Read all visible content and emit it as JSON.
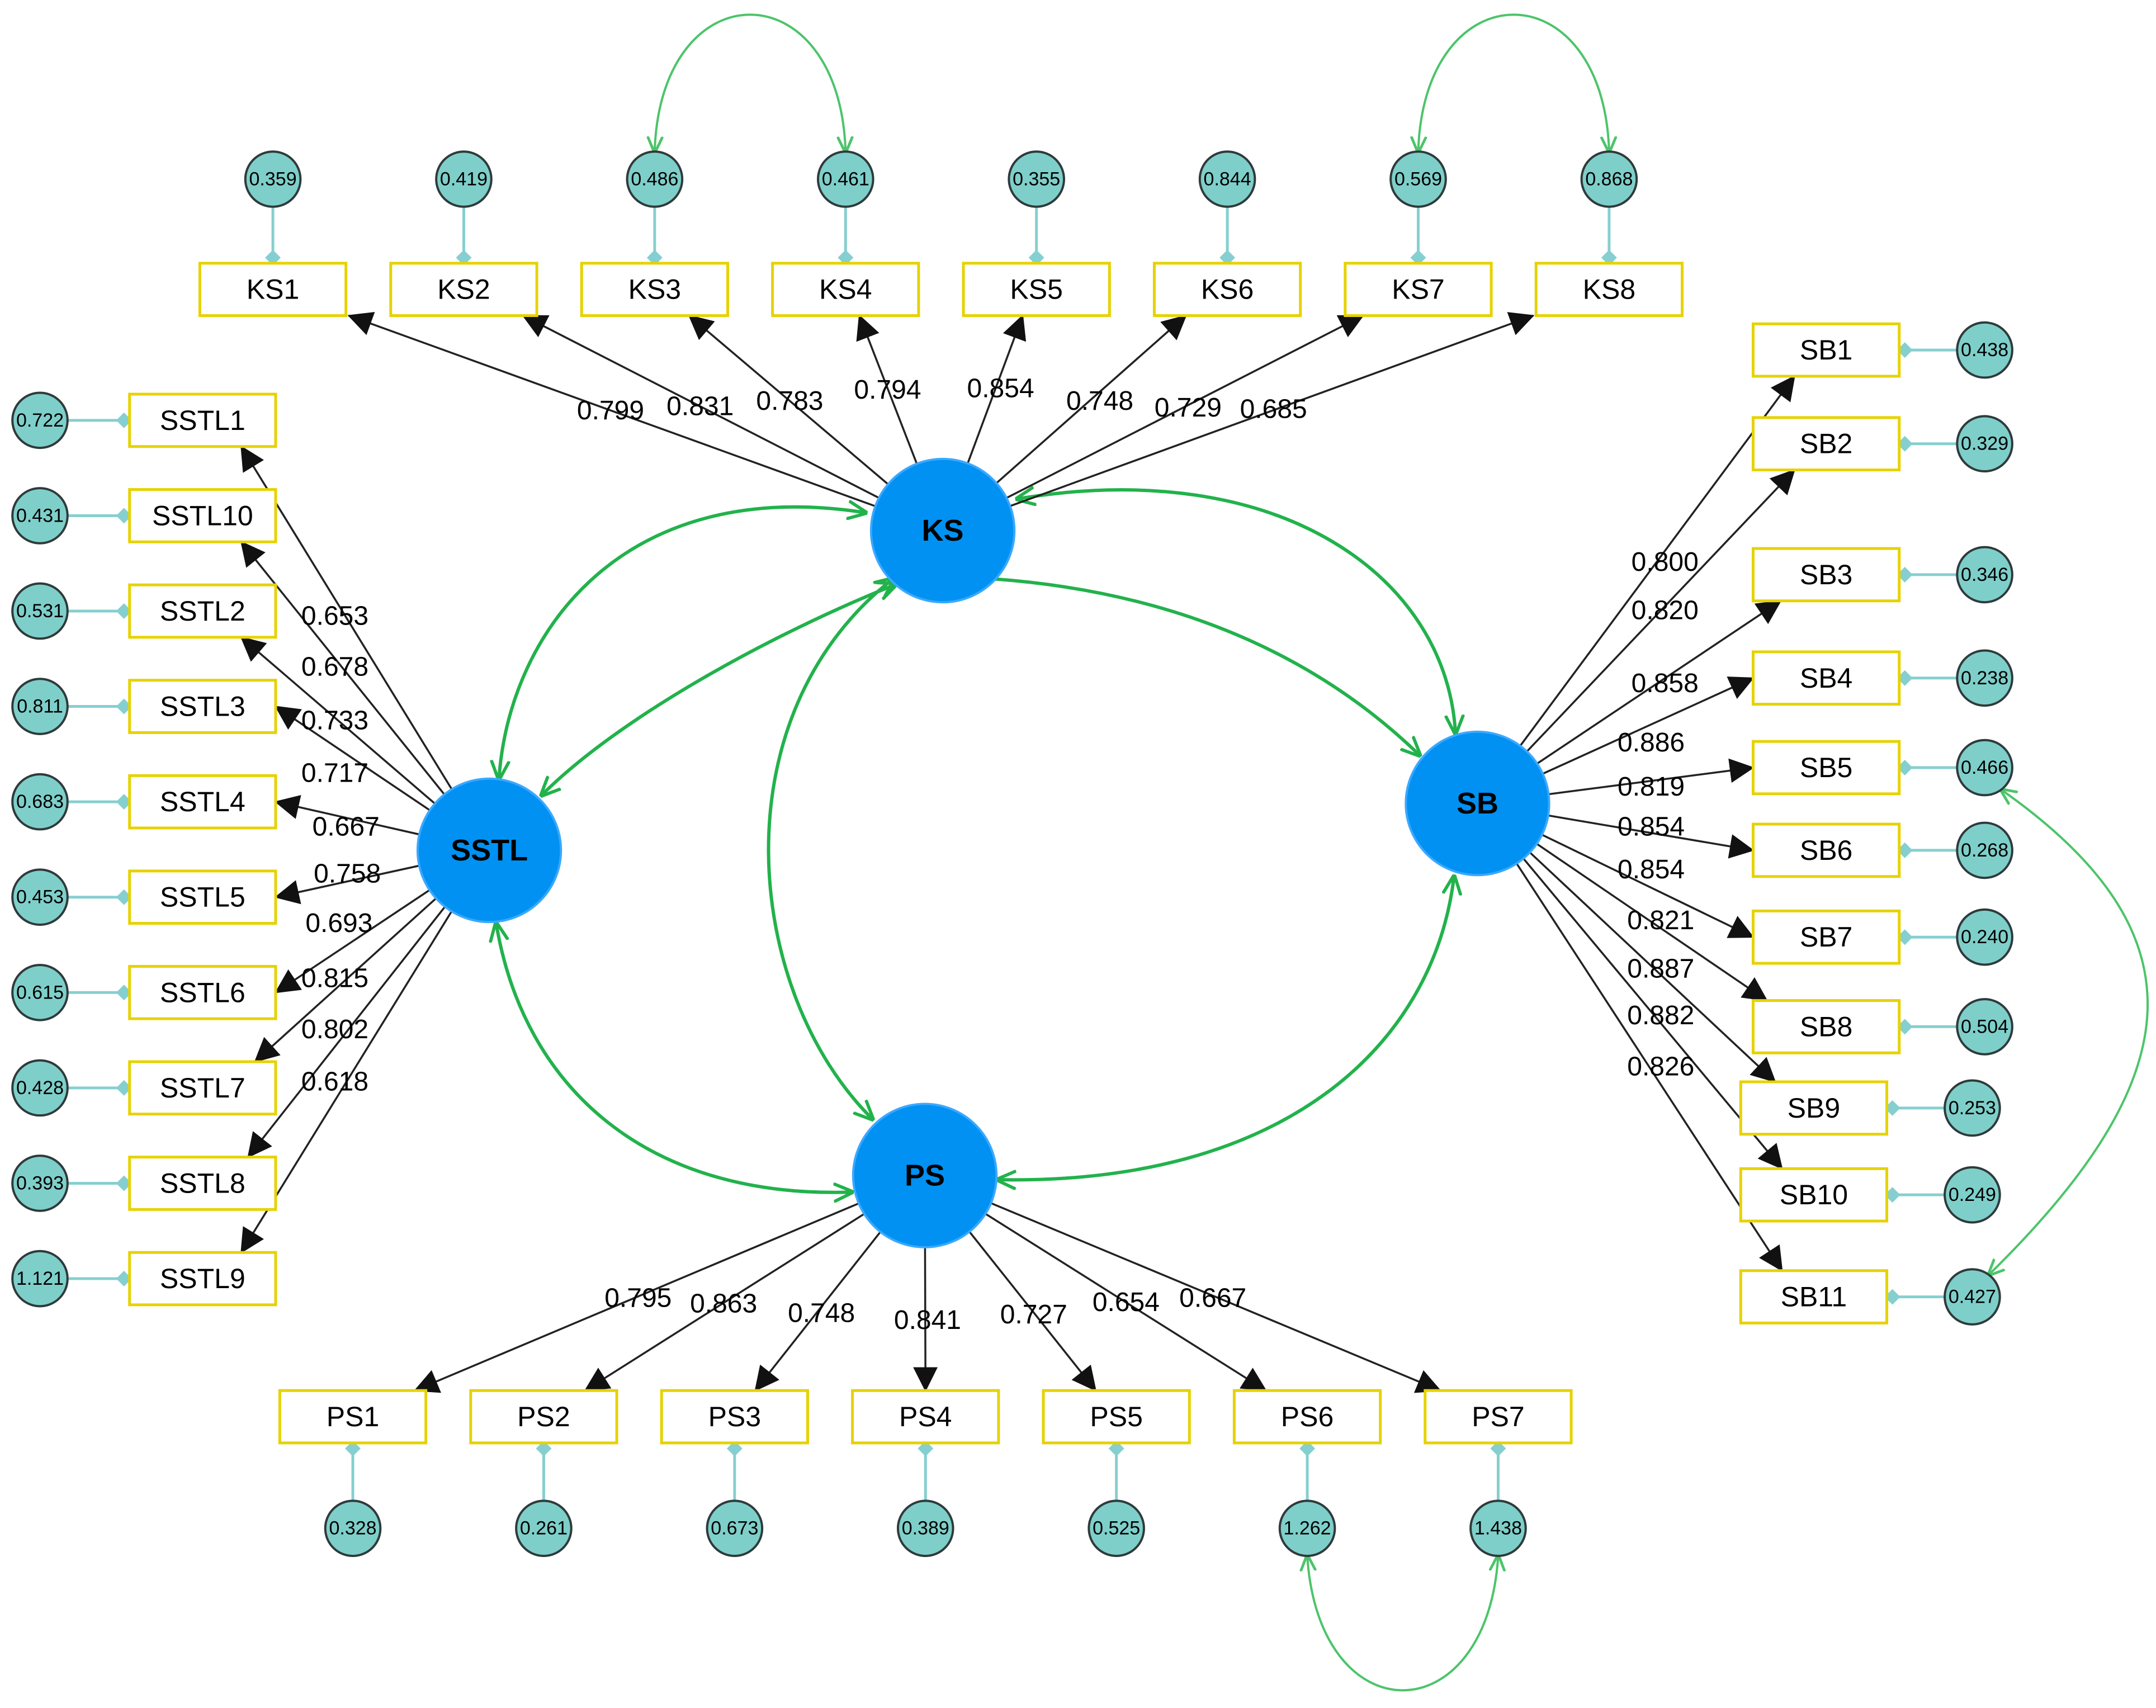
{
  "colors": {
    "latent_fill": "#0091f2",
    "error_fill": "#7ecfca",
    "indicator_border": "#e6d200",
    "covariance_line": "#22b24c",
    "error_covariance_line": "#4cc46a",
    "path_line": "#222222"
  },
  "latents": [
    {
      "id": "KS",
      "label": "KS"
    },
    {
      "id": "SSTL",
      "label": "SSTL"
    },
    {
      "id": "SB",
      "label": "SB"
    },
    {
      "id": "PS",
      "label": "PS"
    }
  ],
  "indicators": {
    "KS": [
      {
        "label": "KS1",
        "loading": "0.799",
        "error": "0.359"
      },
      {
        "label": "KS2",
        "loading": "0.831",
        "error": "0.419"
      },
      {
        "label": "KS3",
        "loading": "0.783",
        "error": "0.486"
      },
      {
        "label": "KS4",
        "loading": "0.794",
        "error": "0.461"
      },
      {
        "label": "KS5",
        "loading": "0.854",
        "error": "0.355"
      },
      {
        "label": "KS6",
        "loading": "0.748",
        "error": "0.844"
      },
      {
        "label": "KS7",
        "loading": "0.729",
        "error": "0.569"
      },
      {
        "label": "KS8",
        "loading": "0.685",
        "error": "0.868"
      }
    ],
    "SSTL": [
      {
        "label": "SSTL1",
        "loading": "0.653",
        "error": "0.722"
      },
      {
        "label": "SSTL10",
        "loading": "0.678",
        "error": "0.431"
      },
      {
        "label": "SSTL2",
        "loading": "0.733",
        "error": "0.531"
      },
      {
        "label": "SSTL3",
        "loading": "0.717",
        "error": "0.811"
      },
      {
        "label": "SSTL4",
        "loading": "0.667",
        "error": "0.683"
      },
      {
        "label": "SSTL5",
        "loading": "0.758",
        "error": "0.453"
      },
      {
        "label": "SSTL6",
        "loading": "0.693",
        "error": "0.615"
      },
      {
        "label": "SSTL7",
        "loading": "0.815",
        "error": "0.428"
      },
      {
        "label": "SSTL8",
        "loading": "0.802",
        "error": "0.393"
      },
      {
        "label": "SSTL9",
        "loading": "0.618",
        "error": "1.121"
      }
    ],
    "SB": [
      {
        "label": "SB1",
        "loading": "0.800",
        "error": "0.438"
      },
      {
        "label": "SB2",
        "loading": "0.820",
        "error": "0.329"
      },
      {
        "label": "SB3",
        "loading": "0.858",
        "error": "0.346"
      },
      {
        "label": "SB4",
        "loading": "0.886",
        "error": "0.238"
      },
      {
        "label": "SB5",
        "loading": "0.819",
        "error": "0.466"
      },
      {
        "label": "SB6",
        "loading": "0.854",
        "error": "0.268"
      },
      {
        "label": "SB7",
        "loading": "0.854",
        "error": "0.240"
      },
      {
        "label": "SB8",
        "loading": "0.821",
        "error": "0.504"
      },
      {
        "label": "SB9",
        "loading": "0.887",
        "error": "0.253"
      },
      {
        "label": "SB10",
        "loading": "0.882",
        "error": "0.249"
      },
      {
        "label": "SB11",
        "loading": "0.826",
        "error": "0.427"
      }
    ],
    "PS": [
      {
        "label": "PS1",
        "loading": "0.795",
        "error": "0.328"
      },
      {
        "label": "PS2",
        "loading": "0.863",
        "error": "0.261"
      },
      {
        "label": "PS3",
        "loading": "0.748",
        "error": "0.673"
      },
      {
        "label": "PS4",
        "loading": "0.841",
        "error": "0.389"
      },
      {
        "label": "PS5",
        "loading": "0.727",
        "error": "0.525"
      },
      {
        "label": "PS6",
        "loading": "0.654",
        "error": "1.262"
      },
      {
        "label": "PS7",
        "loading": "0.667",
        "error": "1.438"
      }
    ]
  },
  "latent_covariances": [
    [
      "KS",
      "SSTL"
    ],
    [
      "KS",
      "SB"
    ],
    [
      "KS",
      "PS"
    ],
    [
      "SSTL",
      "PS"
    ],
    [
      "SB",
      "PS"
    ]
  ],
  "error_covariances": [
    [
      "KS3",
      "KS4"
    ],
    [
      "KS7",
      "KS8"
    ],
    [
      "SB5",
      "SB11"
    ],
    [
      "PS6",
      "PS7"
    ]
  ]
}
